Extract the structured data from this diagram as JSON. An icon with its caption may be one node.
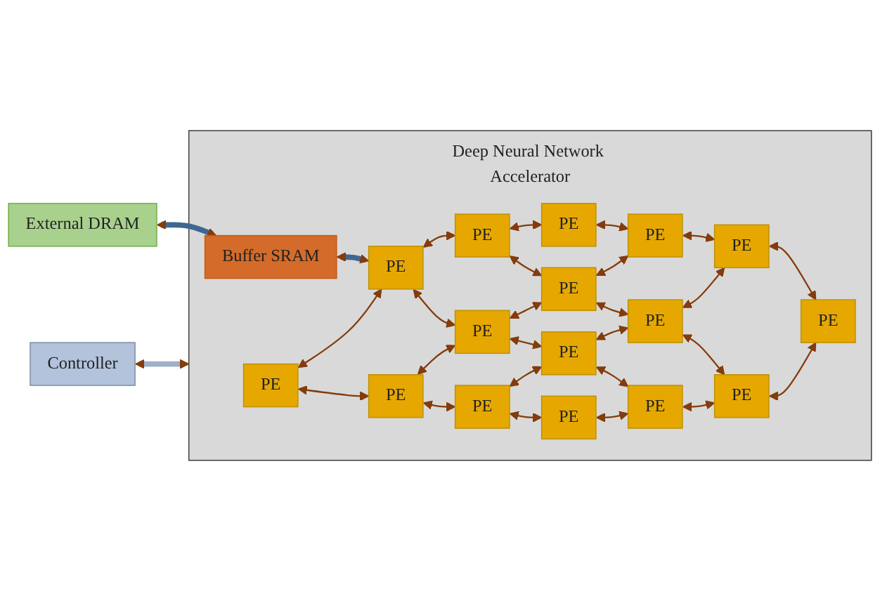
{
  "diagram": {
    "nodes": [
      {
        "text": [
          "Controller"
        ]
      },
      {
        "text": [
          "External DRAM"
        ]
      },
      {
        "text": [
          "Deep Neural Network Accelerator"
        ]
      },
      {
        "text": [
          "Buffer SRAM"
        ],
        "in": 2
      },
      {
        "text": [
          "PE"
        ],
        "in": 2
      },
      {
        "text": [
          "PE"
        ],
        "in": 2
      },
      {
        "text": [
          "PE"
        ],
        "in": 2
      },
      {
        "text": [
          "PE"
        ],
        "in": 2
      },
      {
        "text": [
          "PE"
        ],
        "in": 2
      },
      {
        "text": [
          "PE"
        ],
        "in": 2
      },
      {
        "text": [
          "PE"
        ],
        "in": 2
      },
      {
        "text": [
          "PE"
        ],
        "in": 2
      },
      {
        "text": [
          "PE"
        ],
        "in": 2
      },
      {
        "text": [
          "PE"
        ],
        "in": 2
      },
      {
        "text": [
          "PE"
        ],
        "in": 2
      },
      {
        "text": [
          "PE"
        ],
        "in": 2
      },
      {
        "text": [
          "PE"
        ],
        "in": 2
      },
      {
        "text": [
          "PE"
        ],
        "in": 2
      },
      {
        "text": [
          "PE"
        ],
        "in": 2
      },
      {
        "text": [
          "PE"
        ],
        "in": 2
      }
    ],
    "edges": [
      {
        "from": 0,
        "to": 2,
        "arrow": "both",
        "style": "thick",
        "color": "#9fb0c8"
      },
      {
        "from": 1,
        "to": 3,
        "arrow": "both",
        "style": "thick",
        "color": "#3f6790"
      },
      {
        "from": 3,
        "to": 8,
        "arrow": "both",
        "style": "thick",
        "color": "#3f6790"
      },
      {
        "from": 4,
        "to": 5,
        "arrow": "both"
      },
      {
        "from": 5,
        "to": 6,
        "arrow": "both"
      },
      {
        "from": 6,
        "to": 7,
        "arrow": "both"
      },
      {
        "from": 8,
        "to": 9,
        "arrow": "both"
      },
      {
        "from": 9,
        "to": 10,
        "arrow": "both"
      },
      {
        "from": 10,
        "to": 11,
        "arrow": "both"
      },
      {
        "from": 12,
        "to": 13,
        "arrow": "both"
      },
      {
        "from": 13,
        "to": 14,
        "arrow": "both"
      },
      {
        "from": 14,
        "to": 15,
        "arrow": "both"
      },
      {
        "from": 16,
        "to": 17,
        "arrow": "both"
      },
      {
        "from": 17,
        "to": 18,
        "arrow": "both"
      },
      {
        "from": 18,
        "to": 19,
        "arrow": "both"
      },
      {
        "from": 4,
        "to": 8,
        "arrow": "both"
      },
      {
        "from": 5,
        "to": 9,
        "arrow": "both"
      },
      {
        "from": 6,
        "to": 10,
        "arrow": "both"
      },
      {
        "from": 7,
        "to": 11,
        "arrow": "both"
      },
      {
        "from": 8,
        "to": 12,
        "arrow": "both"
      },
      {
        "from": 9,
        "to": 13,
        "arrow": "both"
      },
      {
        "from": 10,
        "to": 14,
        "arrow": "both"
      },
      {
        "from": 11,
        "to": 15,
        "arrow": "both"
      },
      {
        "from": 12,
        "to": 16,
        "arrow": "both"
      },
      {
        "from": 13,
        "to": 17,
        "arrow": "both"
      },
      {
        "from": 14,
        "to": 18,
        "arrow": "both"
      },
      {
        "from": 15,
        "to": 19,
        "arrow": "both"
      }
    ]
  }
}
